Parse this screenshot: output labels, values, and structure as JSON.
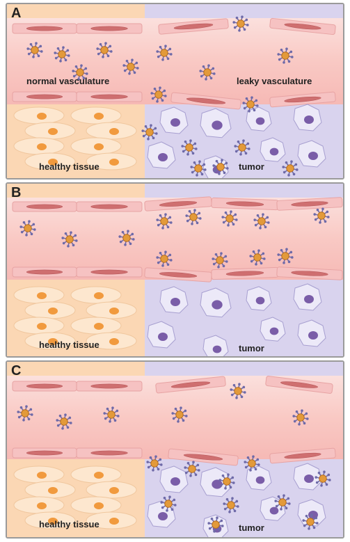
{
  "panels": [
    {
      "id": "A",
      "letter": "A",
      "left_label": "normal vasculature",
      "right_label": "leaky vasculature",
      "tissue_label": "healthy tissue",
      "tumor_label": "tumor",
      "scenario": "leaky"
    },
    {
      "id": "B",
      "letter": "B",
      "tissue_label": "healthy tissue",
      "tumor_label": "tumor",
      "scenario": "sealed"
    },
    {
      "id": "C",
      "letter": "C",
      "tissue_label": "healthy tissue",
      "tumor_label": "tumor",
      "scenario": "leaky-targeted"
    }
  ],
  "colors": {
    "healthy_bg": "#fbd7b4",
    "tumor_bg": "#d9d3ee",
    "vessel": "#f9c9c4",
    "endothelial_cell": "#f6c2c2",
    "nucleus": "#cf6f70",
    "healthy_cell": "#fde7cf",
    "healthy_nucleus": "#f19a3e",
    "tumor_cell": "#ece9f8",
    "tumor_nucleus": "#7a5da8",
    "nanoparticle_core": "#e39a3a",
    "ligand": "#6e6aa8"
  }
}
